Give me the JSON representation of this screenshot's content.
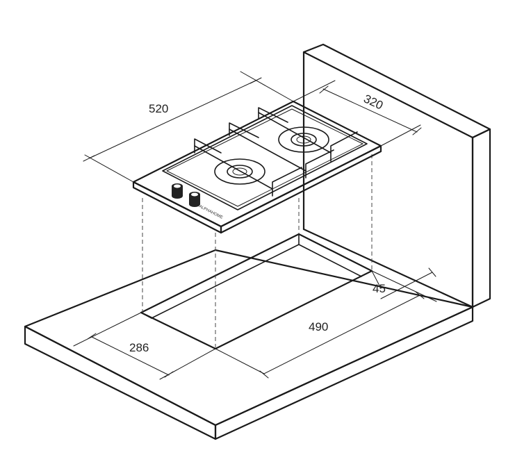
{
  "dimensions": {
    "length_top": "520",
    "depth_top": "320",
    "cutout_length": "490",
    "cutout_depth": "286",
    "wall_gap": "45"
  },
  "hob": {
    "brand": "ALPHAHOME"
  }
}
